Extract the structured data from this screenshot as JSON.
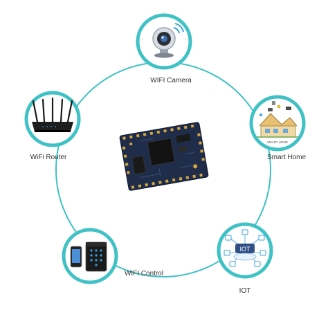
{
  "nodes": {
    "camera": {
      "label": "WIFI Camera",
      "icon": "webcam-icon"
    },
    "home": {
      "label": "Smart Home",
      "icon": "smart-home-icon",
      "caption": "SMART HOME"
    },
    "iot": {
      "label": "IOT",
      "icon": "iot-cloud-icon",
      "badge": "IOT"
    },
    "control": {
      "label": "WIFI  Control",
      "icon": "keypad-phone-icon"
    },
    "router": {
      "label": "WiFi Router",
      "icon": "router-icon"
    }
  },
  "center": {
    "icon": "wifi-module-board-icon"
  },
  "colors": {
    "ring": "#3fc1c5",
    "board": "#1c2a44",
    "gold": "#d4a640"
  }
}
